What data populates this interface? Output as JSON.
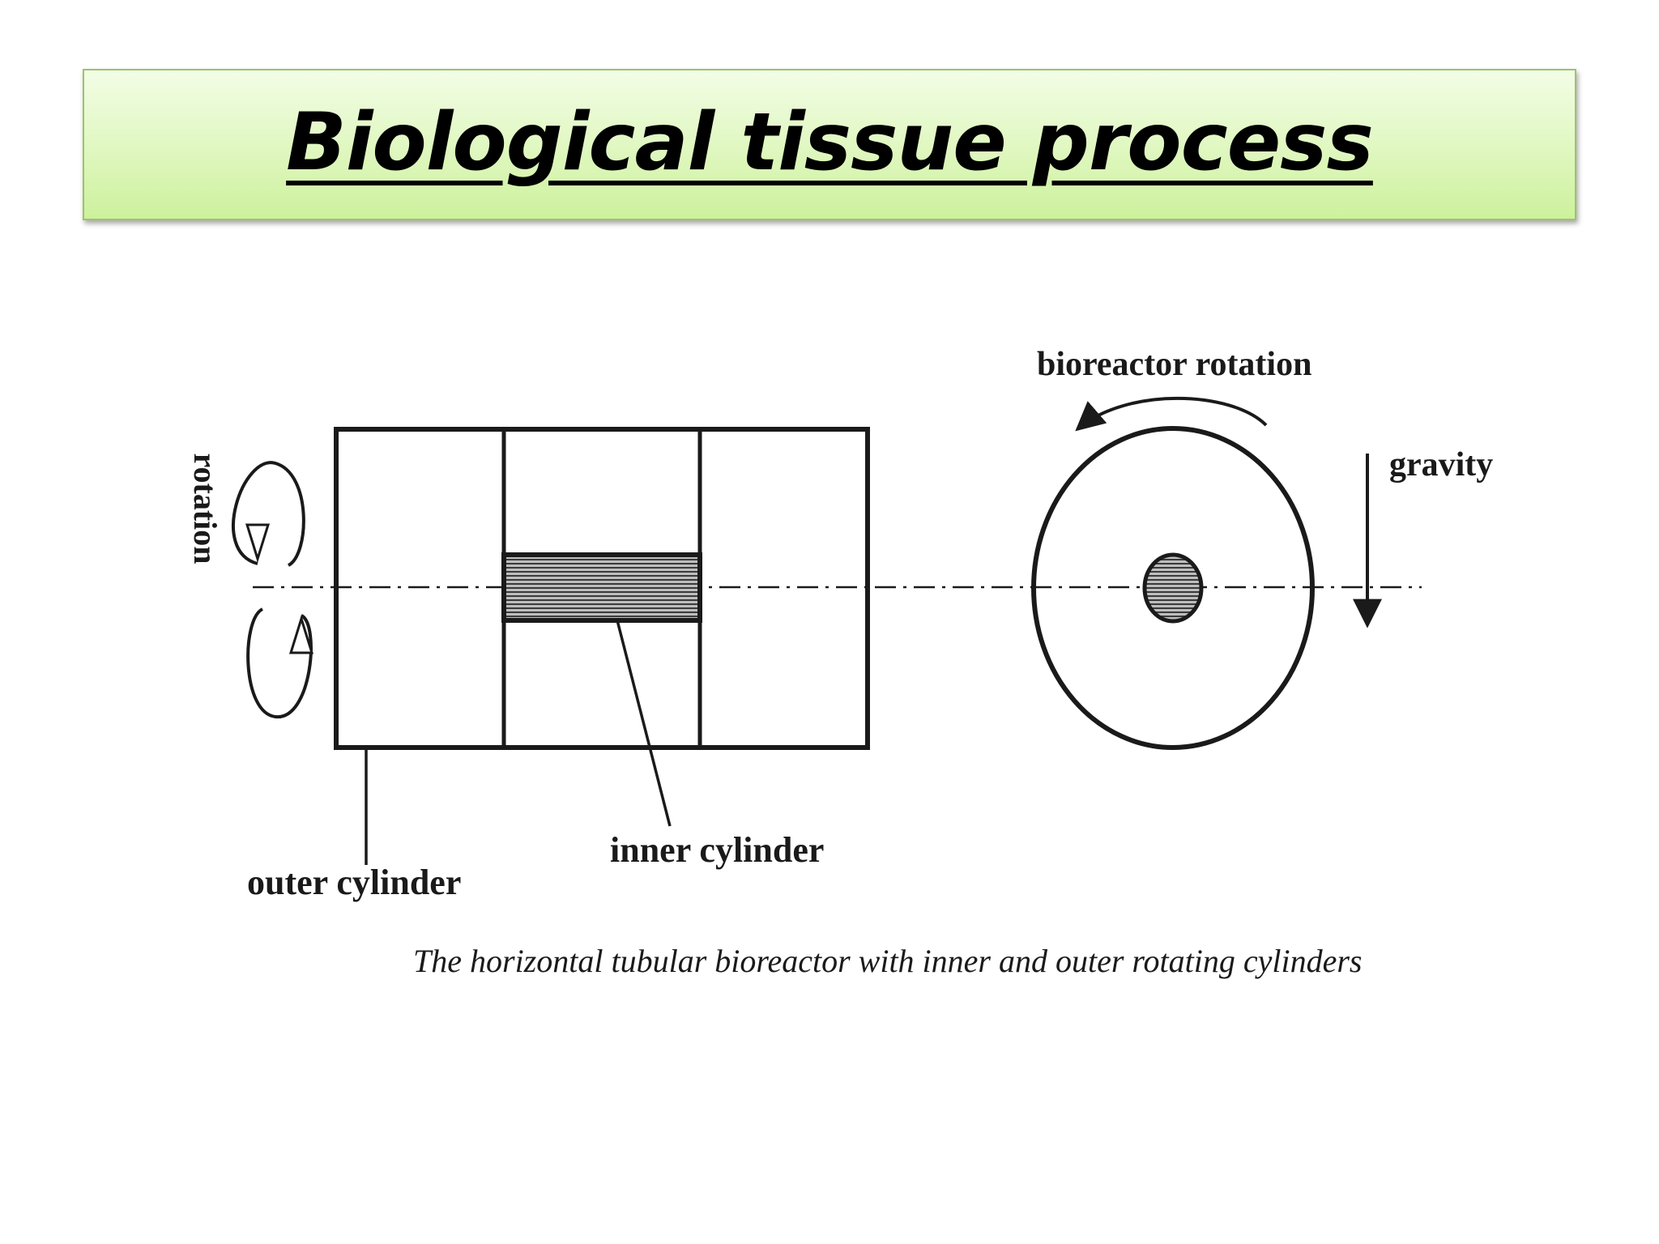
{
  "slide": {
    "title": "Biological tissue process"
  },
  "diagram": {
    "labels": {
      "rotation": "rotation",
      "outer_cylinder": "outer cylinder",
      "inner_cylinder": "inner cylinder",
      "bioreactor_rotation": "bioreactor rotation",
      "gravity": "gravity"
    },
    "caption": "The horizontal tubular bioreactor with inner and outer rotating cylinders"
  },
  "colors": {
    "banner_top": "#f3fde6",
    "banner_bottom": "#cdf19c",
    "banner_border": "#9cc46a",
    "line": "#1a1a1a",
    "hatch_fill": "#7a7a7a"
  }
}
